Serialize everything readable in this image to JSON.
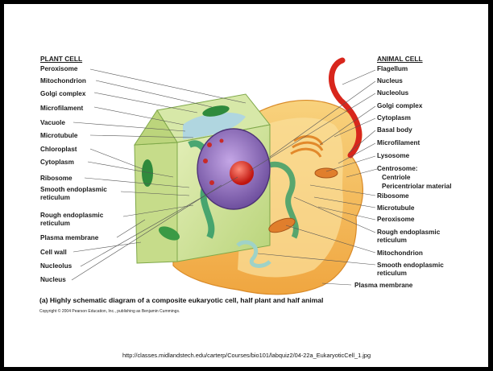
{
  "plant_cell": {
    "header": "PLANT CELL",
    "labels": [
      "Peroxisome",
      "Mitochondrion",
      "Golgi complex",
      "Microfilament",
      "Vacuole",
      "Microtubule",
      "Chloroplast",
      "Cytoplasm",
      "Ribosome",
      "Smooth endoplasmic",
      "reticulum",
      "Rough endoplasmic",
      "reticulum",
      "Plasma membrane",
      "Cell wall",
      "Nucleolus",
      "Nucleus"
    ]
  },
  "animal_cell": {
    "header": "ANIMAL CELL",
    "labels": [
      "Flagellum",
      "Nucleus",
      "Nucleolus",
      "Golgi complex",
      "Cytoplasm",
      "Basal body",
      "Microfilament",
      "Lysosome",
      "Centrosome:",
      "Centriole",
      "Pericentriolar material",
      "Ribosome",
      "Microtubule",
      "Peroxisome",
      "Rough endoplasmic",
      "reticulum",
      "Mitochondrion",
      "Smooth endoplasmic",
      "reticulum",
      "Plasma membrane"
    ]
  },
  "caption": "(a) Highly schematic diagram of a composite eukaryotic cell, half plant and half animal",
  "copyright": "Copyright © 2004 Pearson Education, Inc., publishing as Benjamin Cummings.",
  "source_url": "http://classes.midlandstech.edu/carterp/Courses/bio101/labquiz2/04-22a_EukaryoticCell_1.jpg",
  "colors": {
    "cell_wall": "#cfe3a2",
    "cytoplasm": "#f6c36a",
    "nucleus": "#9b7fc7",
    "nucleolus": "#e0322a",
    "chloroplast": "#2f8a3c",
    "flagellum": "#d8261c",
    "rough_er": "#2f9a66"
  }
}
